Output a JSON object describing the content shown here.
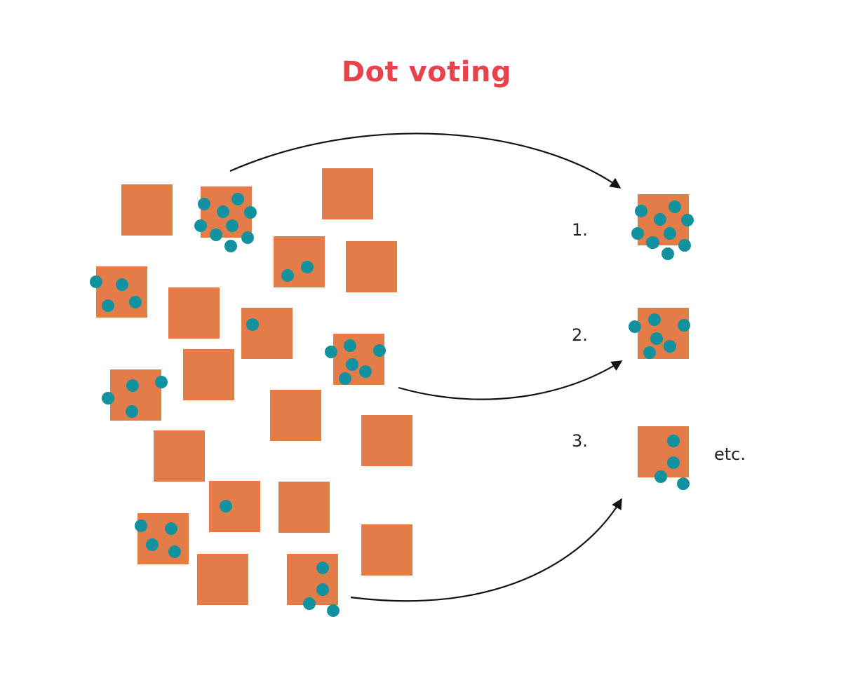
{
  "title": "Dot voting",
  "colors": {
    "title": "#e8434a",
    "sticky_note": "#e47c4a",
    "vote_dot": "#12929e",
    "arrow": "#111111"
  },
  "ranking": [
    {
      "label": "1.",
      "votes": 10
    },
    {
      "label": "2.",
      "votes": 7
    },
    {
      "label": "3.",
      "votes": 4
    }
  ],
  "continuation_label": "etc."
}
